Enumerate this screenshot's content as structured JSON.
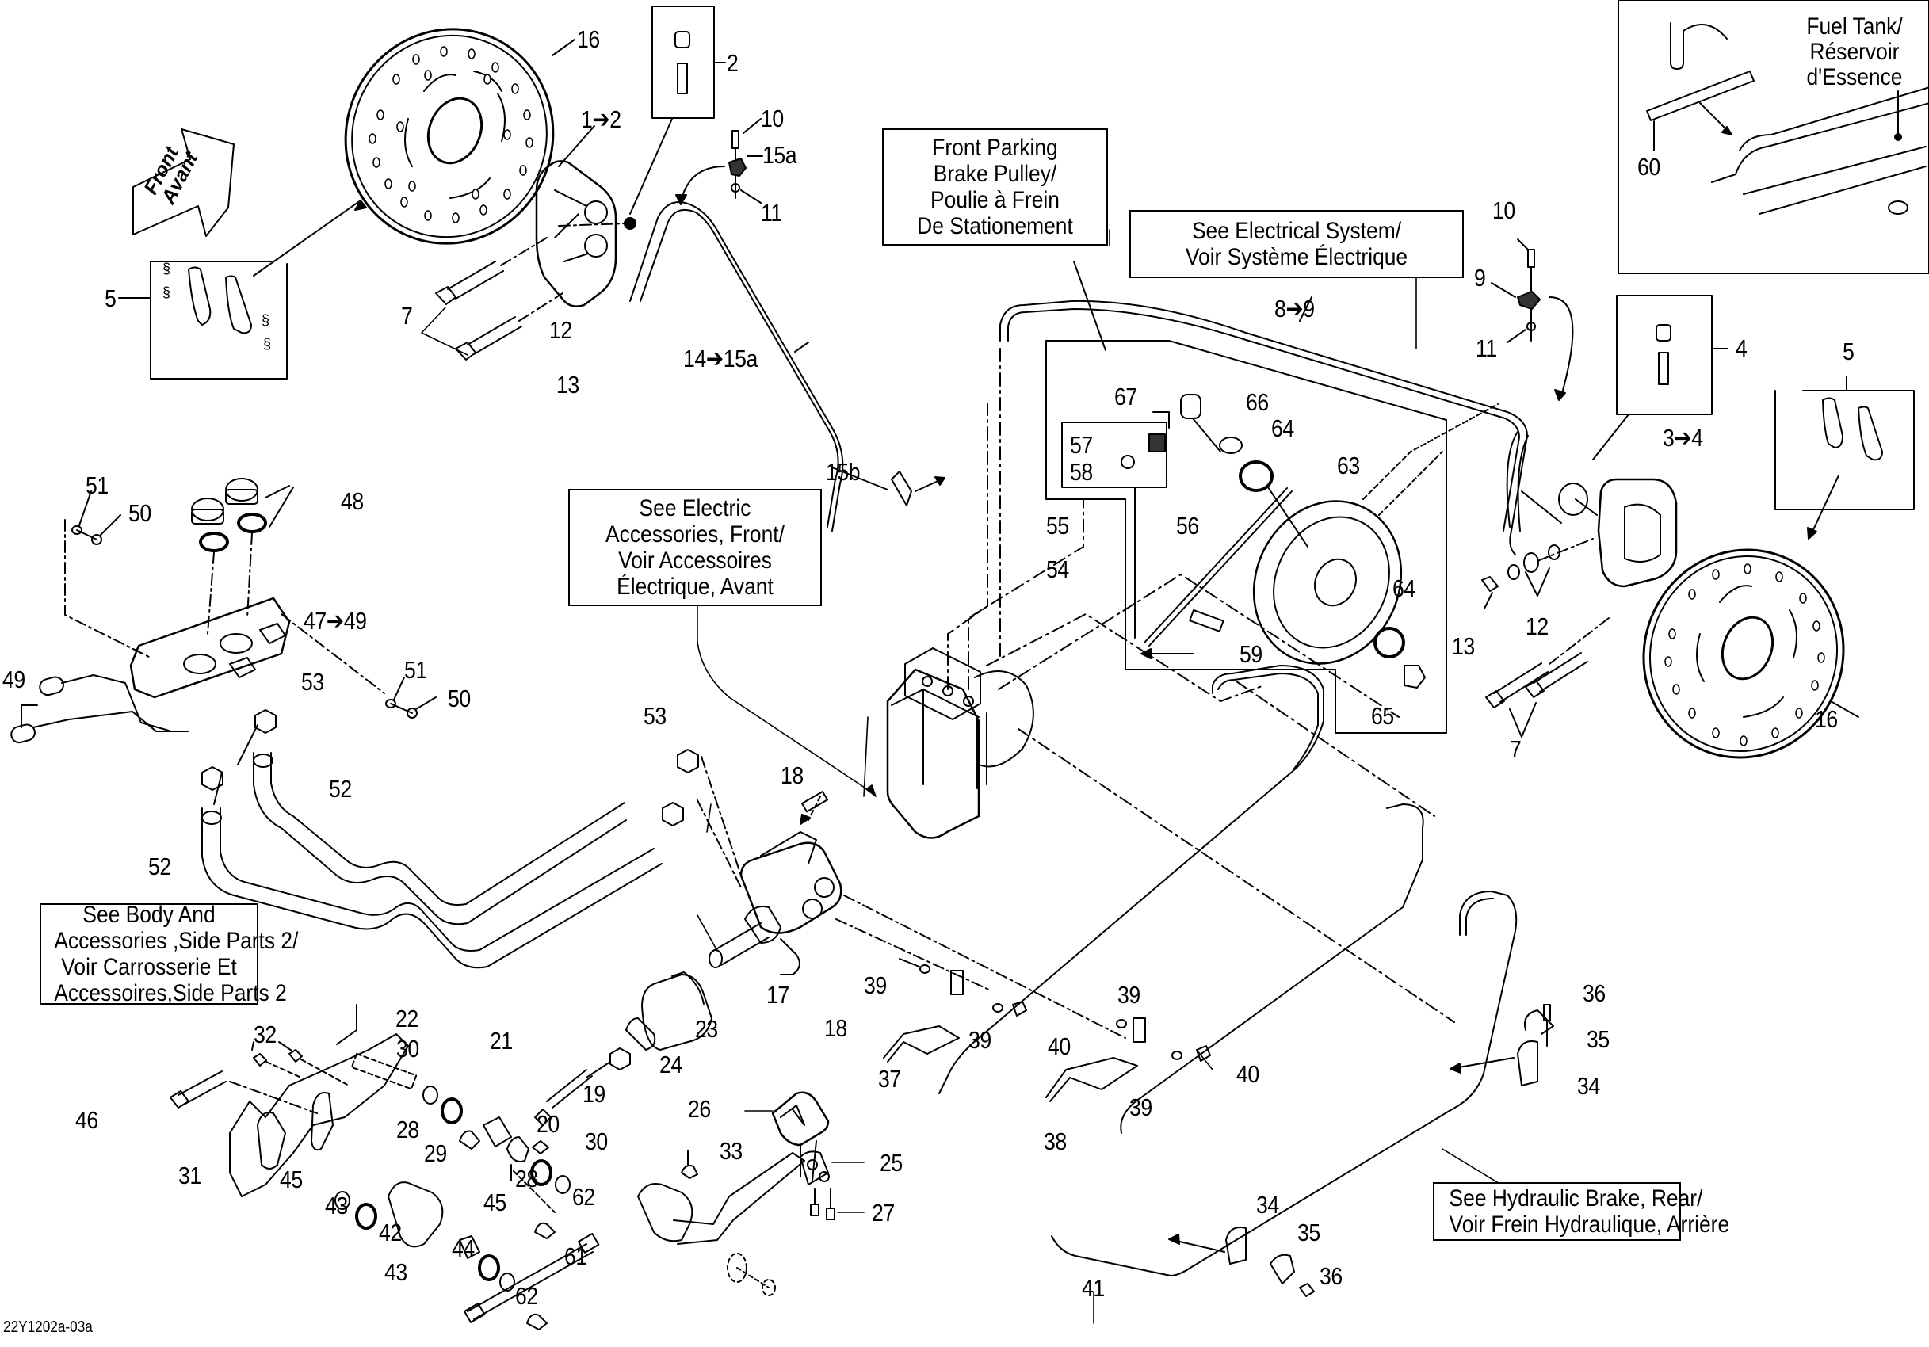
{
  "diagram": {
    "title_code": "22Y1202a-03a",
    "front_arrow": {
      "line1": "Front",
      "line2": "Avant"
    },
    "reference_boxes": {
      "front_parking_brake": [
        "Front Parking",
        "Brake Pulley/",
        "Poulie à Frein",
        "De Stationement"
      ],
      "electrical_system": [
        "See Electrical System/",
        "Voir Système Électrique"
      ],
      "fuel_tank": [
        "Fuel Tank/",
        "Réservoir",
        "d'Essence"
      ],
      "electric_accessories": [
        "See Electric",
        "Accessories, Front/",
        "Voir Accessoires",
        "Électrique, Avant"
      ],
      "body_accessories": [
        "See Body And",
        "Accessories ,Side Parts 2/",
        "Voir Carrosserie Et",
        "Accessoires,Side Parts 2"
      ],
      "hydraulic_brake_rear": [
        "See Hydraulic Brake, Rear/",
        "Voir Frein Hydraulique, Arrière"
      ]
    },
    "callouts": [
      "16",
      "1➔2",
      "2",
      "10",
      "15a",
      "11",
      "5",
      "7",
      "12",
      "13",
      "14➔15a",
      "10",
      "9",
      "8➔9",
      "11",
      "4",
      "5",
      "60",
      "67",
      "66",
      "64",
      "57",
      "58",
      "63",
      "56",
      "55",
      "54",
      "15b",
      "64",
      "59",
      "65",
      "3➔4",
      "13",
      "12",
      "7",
      "16",
      "51",
      "50",
      "48",
      "47➔49",
      "51",
      "50",
      "49",
      "53",
      "52",
      "52",
      "53",
      "18",
      "17",
      "18",
      "39",
      "23",
      "24",
      "37",
      "39",
      "40",
      "39",
      "40",
      "39",
      "38",
      "36",
      "35",
      "34",
      "32",
      "22",
      "30",
      "21",
      "19",
      "20",
      "46",
      "28",
      "29",
      "28",
      "30",
      "26",
      "33",
      "25",
      "31",
      "45",
      "43",
      "42",
      "45",
      "62",
      "44",
      "27",
      "43",
      "61",
      "62",
      "34",
      "35",
      "36",
      "41"
    ]
  }
}
